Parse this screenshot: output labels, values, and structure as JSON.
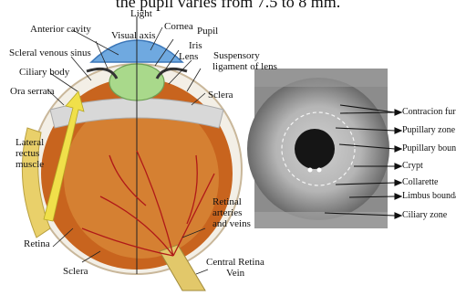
{
  "caption": "the pupil varies from 7.5 to 8 mm.",
  "eye_labels": {
    "light": "Light",
    "visual_axis": "Visual axis",
    "cornea": "Cornea",
    "pupil": "Pupil",
    "iris": "Iris",
    "lens": "Lens",
    "suspensory": "Suspensory",
    "ligament": "ligament of lens",
    "anterior_cavity": "Anterior cavity",
    "scleral_venous_sinus": "Scleral venous sinus",
    "ciliary_body": "Ciliary body",
    "ora_serrata": "Ora serrata",
    "sclera_top": "Sclera",
    "lateral": "Lateral",
    "rectus": "rectus",
    "muscle": "muscle",
    "retina": "Retina",
    "sclera_bottom": "Sclera",
    "retinal": "Retinal",
    "arteries": "arteries",
    "and_veins": "and veins",
    "central_retina": "Central Retina",
    "vein": "Vein"
  },
  "iris_labels": {
    "contraction_furrow": "Contracion furrow",
    "pupillary_zone": "Pupillary zone",
    "pupillary_boundary": "Pupillary boundar",
    "crypt": "Crypt",
    "collarette": "Collarette",
    "limbus_boundary": "Limbus boundary",
    "ciliary_zone": "Ciliary zone"
  }
}
